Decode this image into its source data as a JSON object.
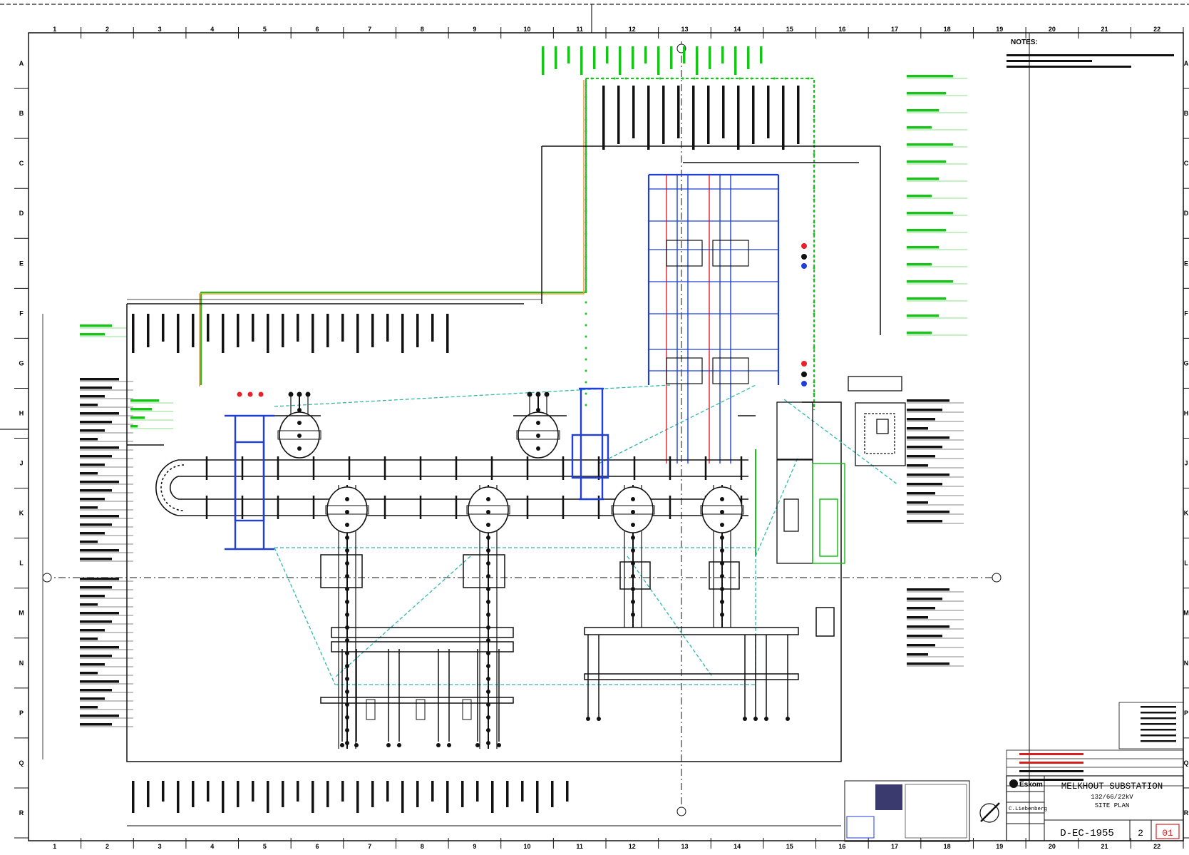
{
  "sheet": {
    "column_numbers": [
      "1",
      "2",
      "3",
      "4",
      "5",
      "6",
      "7",
      "8",
      "9",
      "10",
      "11",
      "12",
      "13",
      "14",
      "15",
      "16",
      "17",
      "18",
      "19",
      "20",
      "21",
      "22"
    ],
    "row_letters": [
      "A",
      "B",
      "C",
      "D",
      "E",
      "F",
      "G",
      "H",
      "J",
      "K",
      "L",
      "M",
      "N",
      "P",
      "Q",
      "R"
    ],
    "notes_heading": "NOTES:"
  },
  "title_block": {
    "project": "MELKHOUT SUBSTATION",
    "voltage": "132/66/22kV",
    "sheet_title": "SITE PLAN",
    "drawing_number": "D-EC-1955",
    "sheet_number": "2",
    "revision": "01",
    "company": "Eskom",
    "drawn_by": "C.Liebenberg"
  },
  "colors": {
    "equipment": "#111111",
    "phase_red": "#e8202a",
    "phase_blue": "#1f3fd6",
    "earth_green": "#19c419",
    "fence_cyan": "#2fb9a9",
    "path_orange": "#e8962a",
    "revision_red": "#d62020"
  }
}
